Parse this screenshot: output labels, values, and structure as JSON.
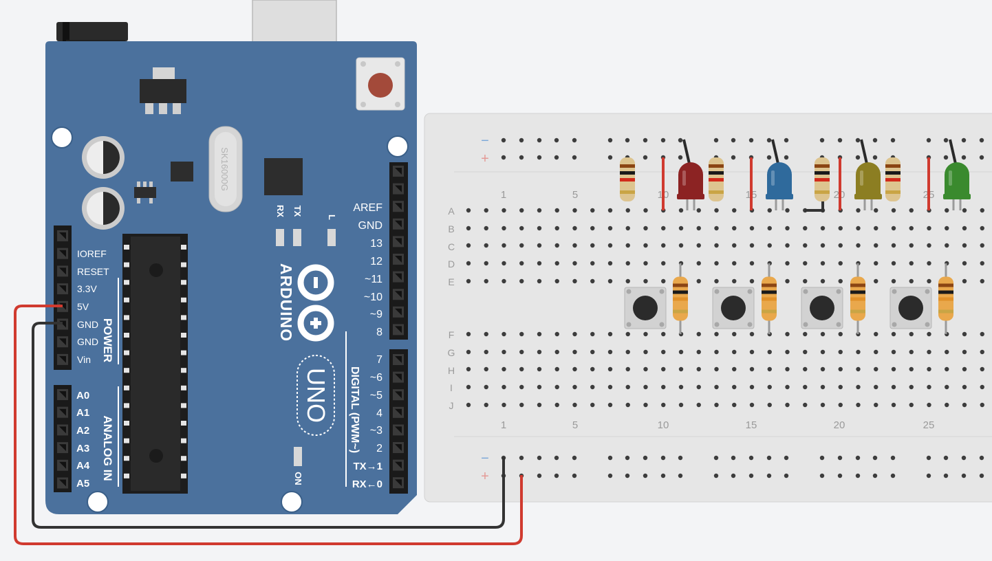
{
  "board": {
    "brand": "ARDUINO",
    "model": "UNO",
    "crystal_label": "SK16000G",
    "on_label": "ON",
    "rx_label": "RX",
    "tx_label": "TX",
    "l_label": "L",
    "power_title": "POWER",
    "analog_title": "ANALOG IN",
    "digital_title": "DIGITAL (PWM~)",
    "power_pins": [
      "IOREF",
      "RESET",
      "3.3V",
      "5V",
      "GND",
      "GND",
      "Vin"
    ],
    "analog_pins": [
      "A0",
      "A1",
      "A2",
      "A3",
      "A4",
      "A5"
    ],
    "digital_top_pins": [
      "AREF",
      "GND",
      "13",
      "12",
      "~11",
      "~10",
      "~9",
      "8"
    ],
    "digital_bottom_pins": [
      "7",
      "~6",
      "~5",
      "4",
      "~3",
      "2",
      "TX→1",
      "RX←0"
    ],
    "colors": {
      "pcb": "#4b719d",
      "pcb_text": "#ffffff"
    }
  },
  "breadboard": {
    "row_letters_top": [
      "A",
      "B",
      "C",
      "D",
      "E"
    ],
    "row_letters_bottom": [
      "F",
      "G",
      "H",
      "I",
      "J"
    ],
    "column_numbers": [
      "1",
      "5",
      "10",
      "15",
      "20",
      "25"
    ],
    "rail_minus": "−",
    "rail_plus": "+",
    "colors": {
      "body": "#e6e6e6",
      "hole": "#3d3d3d",
      "rail_minus": "#7aa7d8",
      "rail_plus": "#e49a96"
    }
  },
  "components": {
    "leds": [
      {
        "color_name": "red",
        "color": "#8c2323"
      },
      {
        "color_name": "blue",
        "color": "#2f6a9c"
      },
      {
        "color_name": "yellow",
        "color": "#8c7e22"
      },
      {
        "color_name": "green",
        "color": "#3a8a2e"
      }
    ],
    "led_resistor_bands": [
      "#8b4513",
      "#1a1a1a",
      "#d12b1b",
      "#c9a545"
    ],
    "pull_resistor_bands": [
      "#8b4513",
      "#1a1a1a",
      "#e0912a",
      "#c9a545"
    ],
    "pushbutton_count": 4
  },
  "wires": {
    "power_5v_color": "#d03a2f",
    "ground_color": "#333333"
  }
}
